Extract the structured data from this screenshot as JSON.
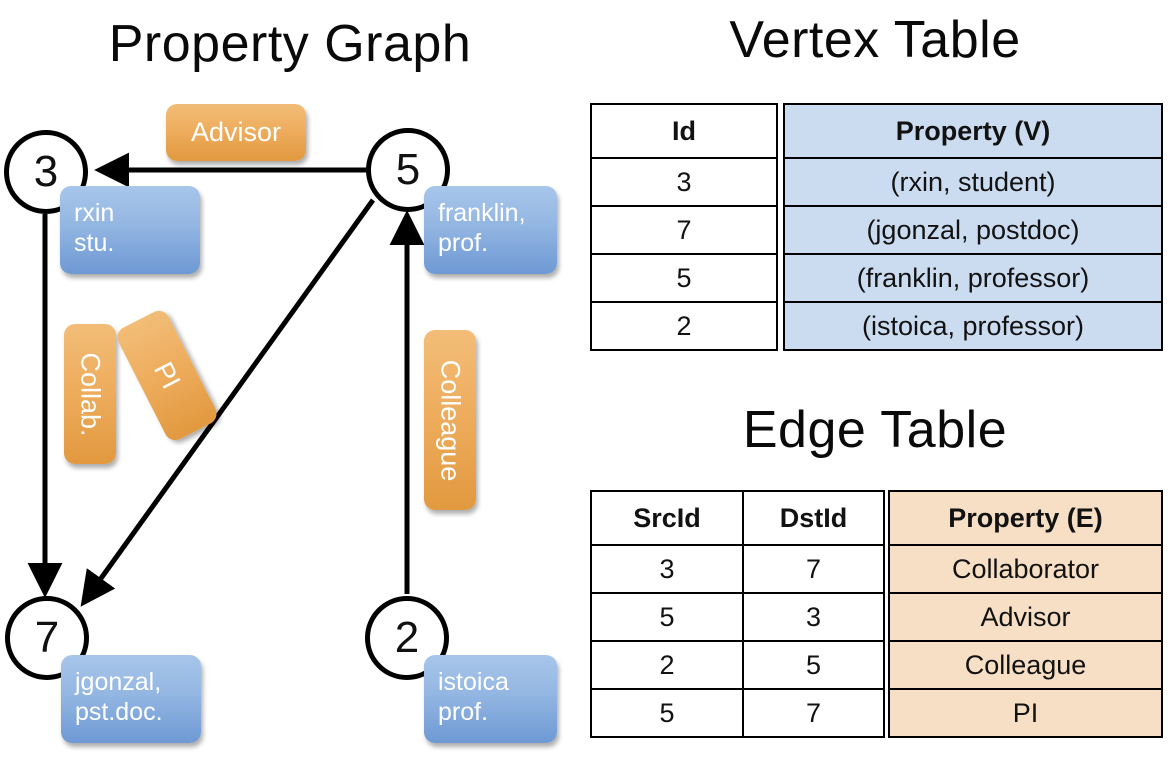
{
  "titles": {
    "property_graph": "Property Graph",
    "vertex_table": "Vertex Table",
    "edge_table": "Edge Table"
  },
  "colors": {
    "vertex_fill": "#ccdcf0",
    "edge_fill": "#f6dfc5",
    "vertex_callout": "#93b6e2",
    "edge_callout": "#eead5e",
    "stroke": "#000000",
    "background": "#ffffff"
  },
  "graph": {
    "nodes": [
      {
        "id": "3",
        "label": "3",
        "property_line1": "rxin",
        "property_line2": "stu."
      },
      {
        "id": "5",
        "label": "5",
        "property_line1": "franklin,",
        "property_line2": "prof."
      },
      {
        "id": "7",
        "label": "7",
        "property_line1": "jgonzal,",
        "property_line2": "pst.doc."
      },
      {
        "id": "2",
        "label": "2",
        "property_line1": "istoica",
        "property_line2": "prof."
      }
    ],
    "edge_labels": [
      {
        "key": "advisor",
        "text": "Advisor",
        "orientation": "horizontal"
      },
      {
        "key": "collab",
        "text": "Collab.",
        "orientation": "vertical"
      },
      {
        "key": "pi",
        "text": "PI",
        "orientation": "rotated"
      },
      {
        "key": "colleague",
        "text": "Colleague",
        "orientation": "vertical"
      }
    ],
    "edges": [
      {
        "from": "5",
        "to": "3",
        "label": "Advisor"
      },
      {
        "from": "3",
        "to": "7",
        "label": "Collab."
      },
      {
        "from": "5",
        "to": "7",
        "label": "PI"
      },
      {
        "from": "2",
        "to": "5",
        "label": "Colleague"
      }
    ]
  },
  "vertex_table": {
    "columns": [
      "Id",
      "Property (V)"
    ],
    "rows": [
      {
        "id": "3",
        "property": "(rxin, student)"
      },
      {
        "id": "7",
        "property": "(jgonzal, postdoc)"
      },
      {
        "id": "5",
        "property": "(franklin, professor)"
      },
      {
        "id": "2",
        "property": "(istoica, professor)"
      }
    ]
  },
  "edge_table": {
    "columns": [
      "SrcId",
      "DstId",
      "Property (E)"
    ],
    "rows": [
      {
        "src": "3",
        "dst": "7",
        "property": "Collaborator"
      },
      {
        "src": "5",
        "dst": "3",
        "property": "Advisor"
      },
      {
        "src": "2",
        "dst": "5",
        "property": "Colleague"
      },
      {
        "src": "5",
        "dst": "7",
        "property": "PI"
      }
    ]
  }
}
